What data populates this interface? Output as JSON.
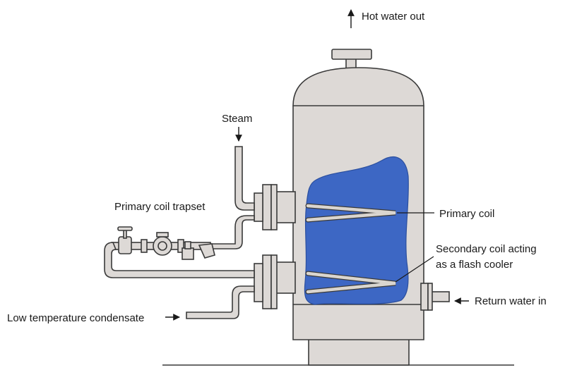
{
  "labels": {
    "hot_water_out": "Hot water out",
    "steam": "Steam",
    "primary_coil_trapset": "Primary coil trapset",
    "primary_coil": "Primary coil",
    "secondary_coil_line1": "Secondary coil acting",
    "secondary_coil_line2": "as a flash cooler",
    "return_water_in": "Return water in",
    "low_temp_condensate": "Low temperature condensate"
  },
  "colors": {
    "vessel": "#ddd9d6",
    "water": "#3d67c4",
    "outline": "#3a3a3a",
    "coil": "#d9d5cf"
  }
}
